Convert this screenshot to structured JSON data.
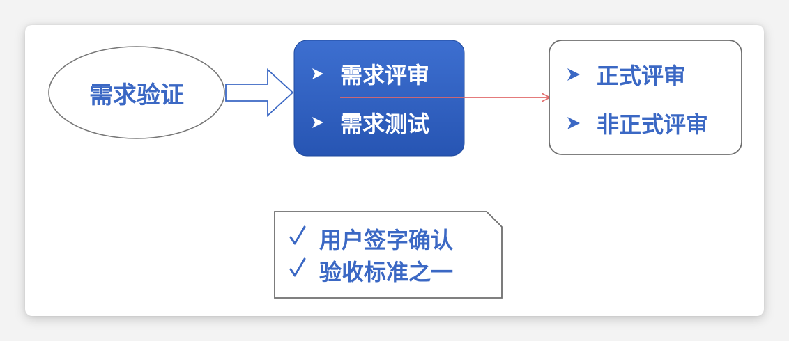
{
  "diagram": {
    "root": {
      "label": "需求验证"
    },
    "methods": [
      {
        "label": "需求评审"
      },
      {
        "label": "需求测试"
      }
    ],
    "review_types": [
      {
        "label": "正式评审"
      },
      {
        "label": "非正式评审"
      }
    ],
    "notes": [
      {
        "label": "用户签字确认"
      },
      {
        "label": "验收标准之一"
      }
    ],
    "colors": {
      "text_blue": "#3b68c4",
      "box_blue": "#2f5fbf",
      "arrow_red": "#e06868"
    }
  }
}
